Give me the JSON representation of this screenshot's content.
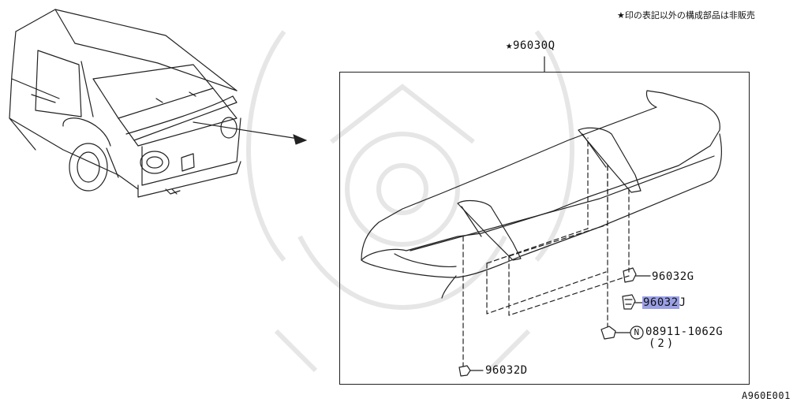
{
  "header": {
    "note": "★印の表記以外の構成部品は非販売"
  },
  "diagram_code": "A960E001",
  "parts": {
    "assembly": {
      "number": "96030Q",
      "star": "★"
    },
    "end_cap": {
      "number": "96032G"
    },
    "clip": {
      "highlight": "96032",
      "suffix": "J"
    },
    "nut": {
      "circle": "N",
      "number": "08911-1062G",
      "qty": "(2)"
    },
    "grommet": {
      "number": "96032D"
    }
  },
  "colors": {
    "line": "#222222",
    "highlight": "#9aa0e6",
    "watermark": "#e6e6e6"
  }
}
